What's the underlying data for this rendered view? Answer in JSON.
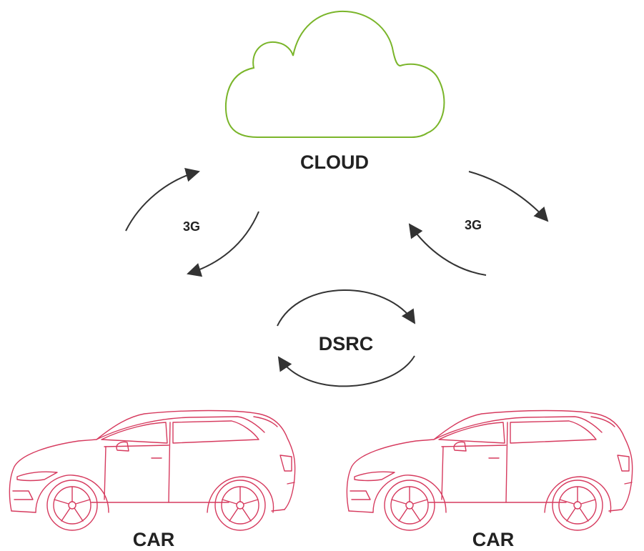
{
  "labels": {
    "cloud": "CLOUD",
    "link_left": "3G",
    "link_right": "3G",
    "link_middle": "DSRC",
    "car_left": "CAR",
    "car_right": "CAR"
  },
  "colors": {
    "cloud_stroke": "#7ab52a",
    "car_stroke": "#d63a5e",
    "arrow_stroke": "#333333",
    "text": "#222222"
  },
  "icons": {
    "cloud": "cloud-icon",
    "car": "car-icon",
    "arrow": "curved-arrow-icon"
  }
}
